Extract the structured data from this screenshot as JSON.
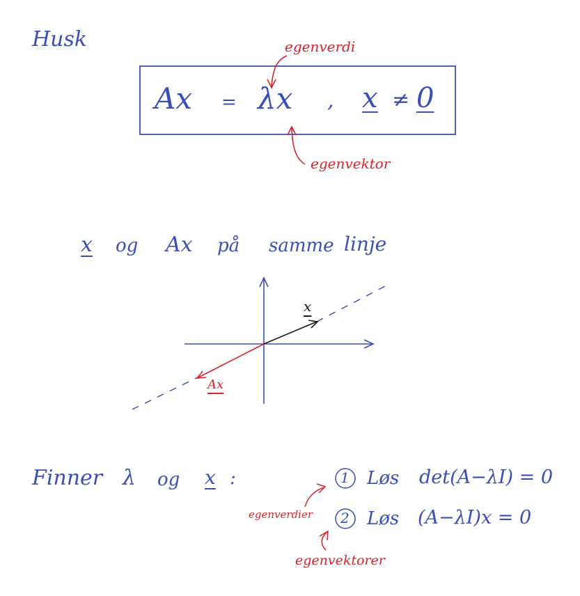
{
  "heading": "Husk",
  "equation_box": {
    "lhs": "Ax",
    "equals": "=",
    "rhs": "λx",
    "comma": ",",
    "condition_var": "x",
    "neq": "≠",
    "zero": "0"
  },
  "annotations": {
    "eigenvalue": "egenverdi",
    "eigenvector": "egenvektor"
  },
  "line_statement": {
    "x": "x",
    "og": "og",
    "ax": "Ax",
    "pa": "på",
    "samme": "samme",
    "linje": "linje"
  },
  "graph": {
    "x_label": "x",
    "ax_label": "Ax"
  },
  "finding": {
    "finner": "Finner",
    "lambda": "λ",
    "og": "og",
    "x": "x",
    "colon": ":"
  },
  "steps": [
    {
      "number": "1",
      "los": "Løs",
      "expr": "det(A−λI) = 0"
    },
    {
      "number": "2",
      "los": "Løs",
      "expr": "(A−λI)x = 0"
    }
  ],
  "step_annotations": {
    "eigenvalues": "egenverdier",
    "eigenvectors": "egenvektorer"
  },
  "colors": {
    "ink_blue": "#3a4fb5",
    "ink_red": "#d8242c",
    "ink_black": "#1a1a1a"
  }
}
